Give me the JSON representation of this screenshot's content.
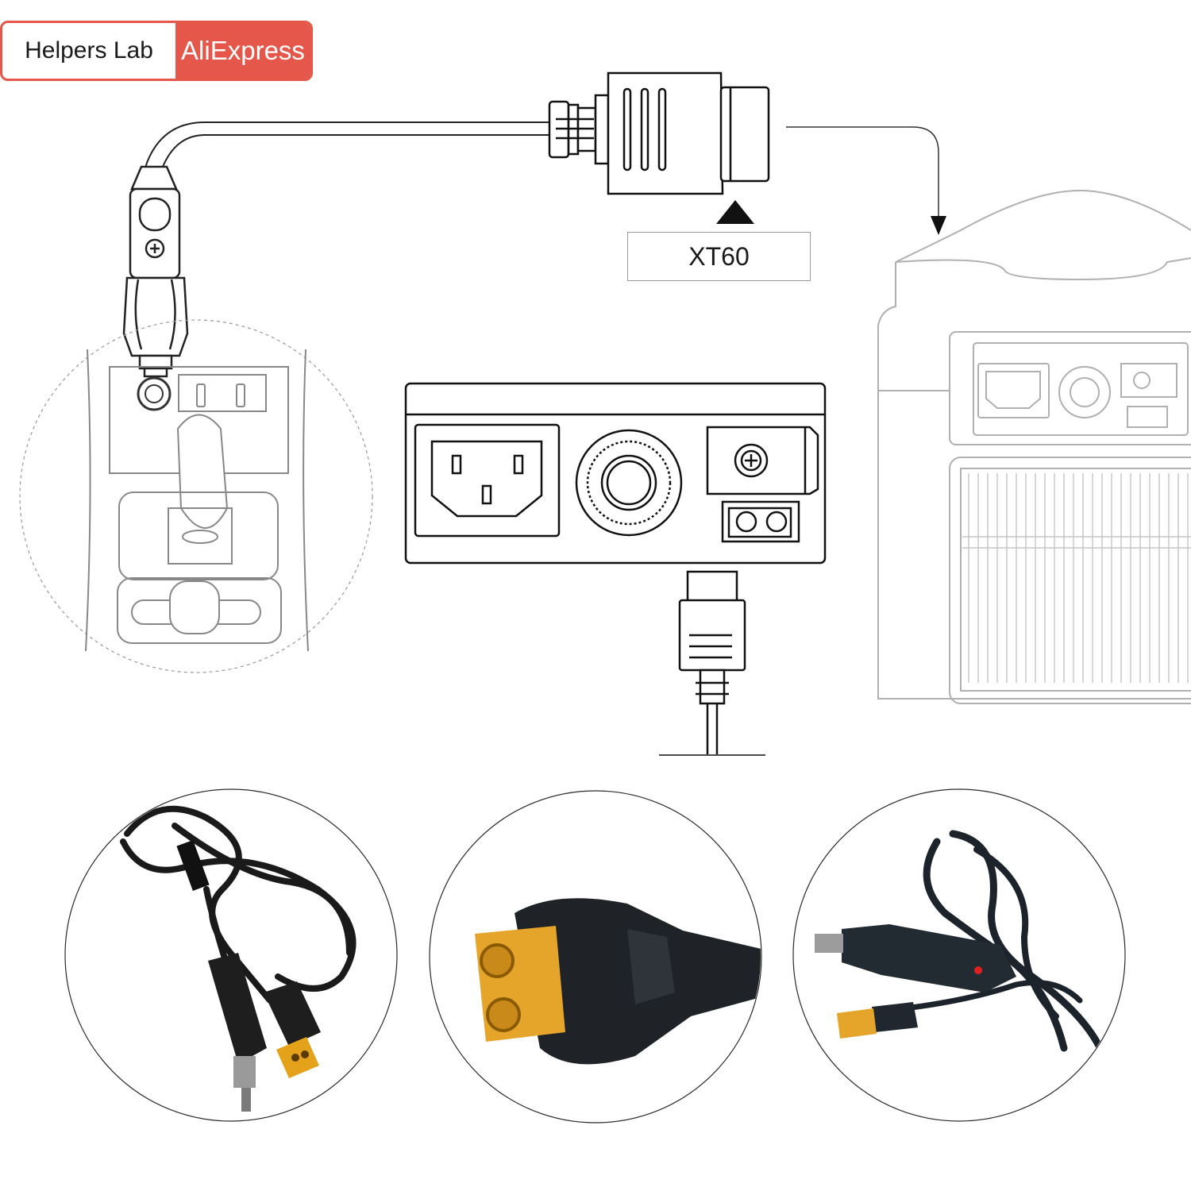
{
  "badge": {
    "store_name": "Helpers Lab",
    "brand_name": "AliExpress",
    "brand_color": "#e4574a"
  },
  "connector_label": "XT60",
  "icons": [
    "car-lighter-plug-icon",
    "xt60-plug-icon",
    "power-station-icon",
    "port-panel-icon",
    "arrow-icon"
  ],
  "photos": [
    {
      "name": "coiled-cable-photo"
    },
    {
      "name": "xt60-connector-closeup-photo"
    },
    {
      "name": "cable-with-plug-photo"
    }
  ]
}
